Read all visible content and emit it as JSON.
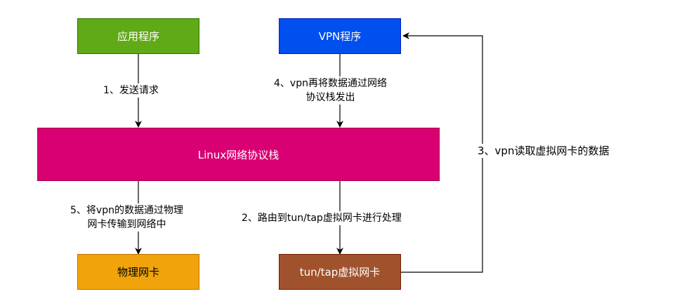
{
  "nodes": {
    "app": {
      "label": "应用程序",
      "fill": "#60a917",
      "stroke": "#2d7600",
      "text_color": "#ffffff"
    },
    "vpn": {
      "label": "VPN程序",
      "fill": "#0050ef",
      "stroke": "#001dbc",
      "text_color": "#ffffff"
    },
    "stack": {
      "label": "Linux网络协议栈",
      "fill": "#d80073",
      "stroke": "#a50040",
      "text_color": "#ffffff"
    },
    "nic": {
      "label": "物理网卡",
      "fill": "#f0a30a",
      "stroke": "#bd7000",
      "text_color": "#000000"
    },
    "tun": {
      "label": "tun/tap虚拟网卡",
      "fill": "#a0522d",
      "stroke": "#6d1f00",
      "text_color": "#ffffff"
    }
  },
  "edges": {
    "step1": "1、发送请求",
    "step2": "2、路由到tun/tap虚拟网卡进行处理",
    "step3": "3、vpn读取虚拟网卡的数据",
    "step4_line1": "4、vpn再将数据通过网络",
    "step4_line2": "协议栈发出",
    "step5_line1": "5、将vpn的数据通过物理",
    "step5_line2": "网卡传输到网络中"
  }
}
